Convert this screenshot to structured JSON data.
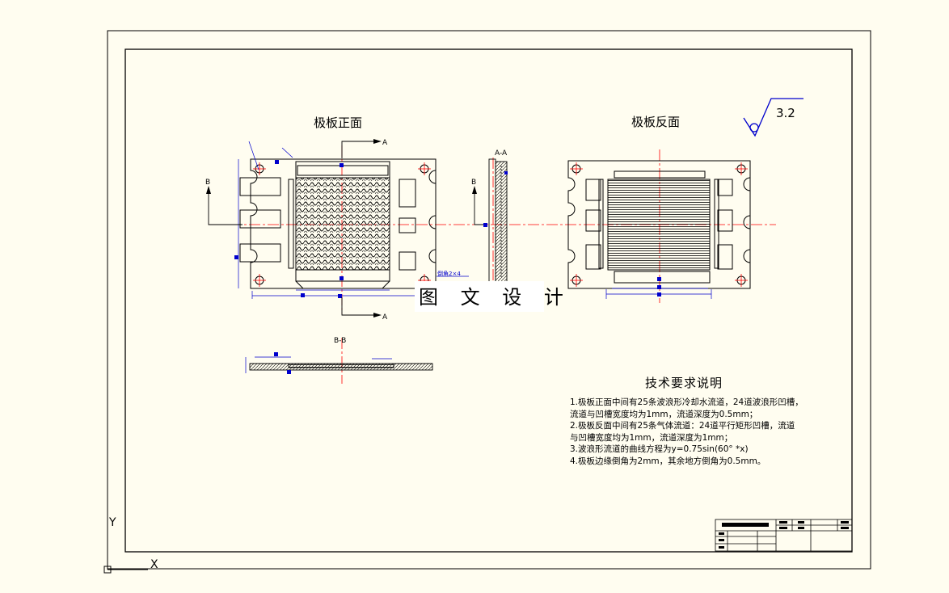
{
  "drawing": {
    "front_title": "极板正面",
    "back_title": "极板反面",
    "roughness": "3.2",
    "section_aa": "A-A",
    "section_bb": "B-B",
    "mark_a": "A",
    "mark_b": "B",
    "chamfer_note": "倒角2×4",
    "watermark": "图 文 设 计"
  },
  "notes": {
    "title": "技术要求说明",
    "lines": [
      "1.极板正面中间有25条波浪形冷却水流道，24道波浪形凹槽，",
      "流道与凹槽宽度均为1mm，流道深度为0.5mm；",
      "2.极板反面中间有25条气体流道：24道平行矩形凹槽，流道",
      "与凹槽宽度均为1mm，流道深度为1mm；",
      "3.波浪形流道的曲线方程为y=0.75sin(60° *x)",
      "4.极板边缘倒角为2mm，其余地方倒角为0.5mm。"
    ]
  },
  "axes": {
    "x_label": "X",
    "y_label": "Y"
  },
  "colors": {
    "background": "#fffdf0",
    "line": "#000000",
    "center_line": "#ff0000",
    "dimension": "#0000cc"
  }
}
